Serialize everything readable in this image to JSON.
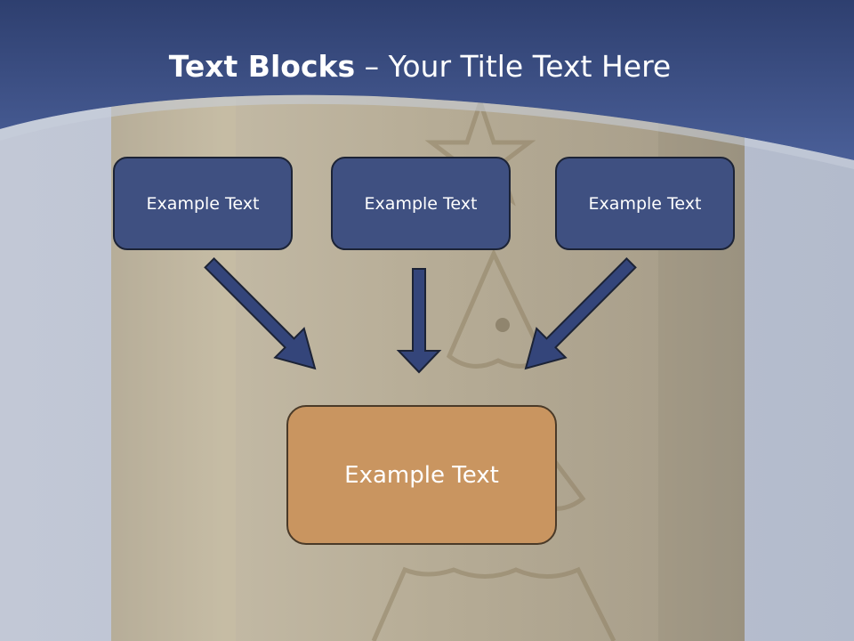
{
  "slide": {
    "title_bold": "Text Blocks",
    "title_dash": " – ",
    "title_rest": "Your Title Text Here"
  },
  "blocks": {
    "top": [
      {
        "label": "Example Text"
      },
      {
        "label": "Example Text"
      },
      {
        "label": "Example Text"
      }
    ],
    "bottom": {
      "label": "Example Text"
    }
  },
  "colors": {
    "header_blue": "#34457a",
    "top_box_fill": "#3f5081",
    "bottom_box_fill": "#c99560",
    "arrow_fill": "#34457a"
  }
}
